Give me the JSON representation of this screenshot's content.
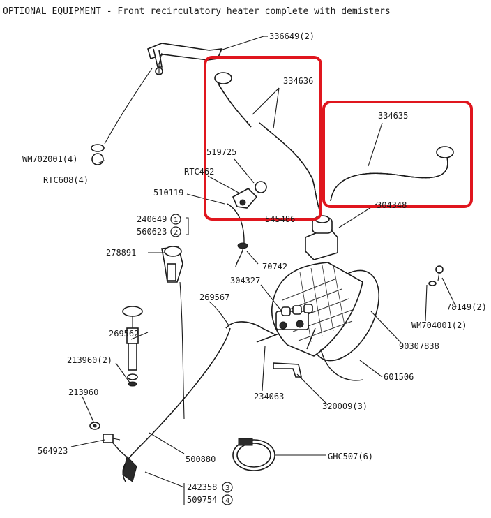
{
  "title": "OPTIONAL EQUIPMENT - Front recirculatory heater complete with demisters",
  "highlight_color": "#e0161e",
  "labels": {
    "p336649": "336649(2)",
    "p334636": "334636",
    "p334635": "334635",
    "p519725": "519725",
    "pRTC462": "RTC462",
    "p510119": "510119",
    "pWM702001": "WM702001(4)",
    "pRTC608": "RTC608(4)",
    "p240649": "240649",
    "p560623": "560623",
    "p278891": "278891",
    "p70742": "70742",
    "p304327": "304327",
    "p269567": "269567",
    "p269562": "269562",
    "p213960_2": "213960(2)",
    "p213960": "213960",
    "p564923": "564923",
    "p500880": "500880",
    "p234063": "234063",
    "p320009": "320009(3)",
    "pGHC507": "GHC507(6)",
    "p242358": "242358",
    "p509754": "509754",
    "p601506": "601506",
    "p90307838": "90307838",
    "pWM704001": "WM704001(2)",
    "p78149": "78149(2)",
    "p304348": "304348",
    "p545486": "545486"
  },
  "circled": {
    "c1": "1",
    "c2": "2",
    "c3": "3",
    "c4": "4"
  }
}
